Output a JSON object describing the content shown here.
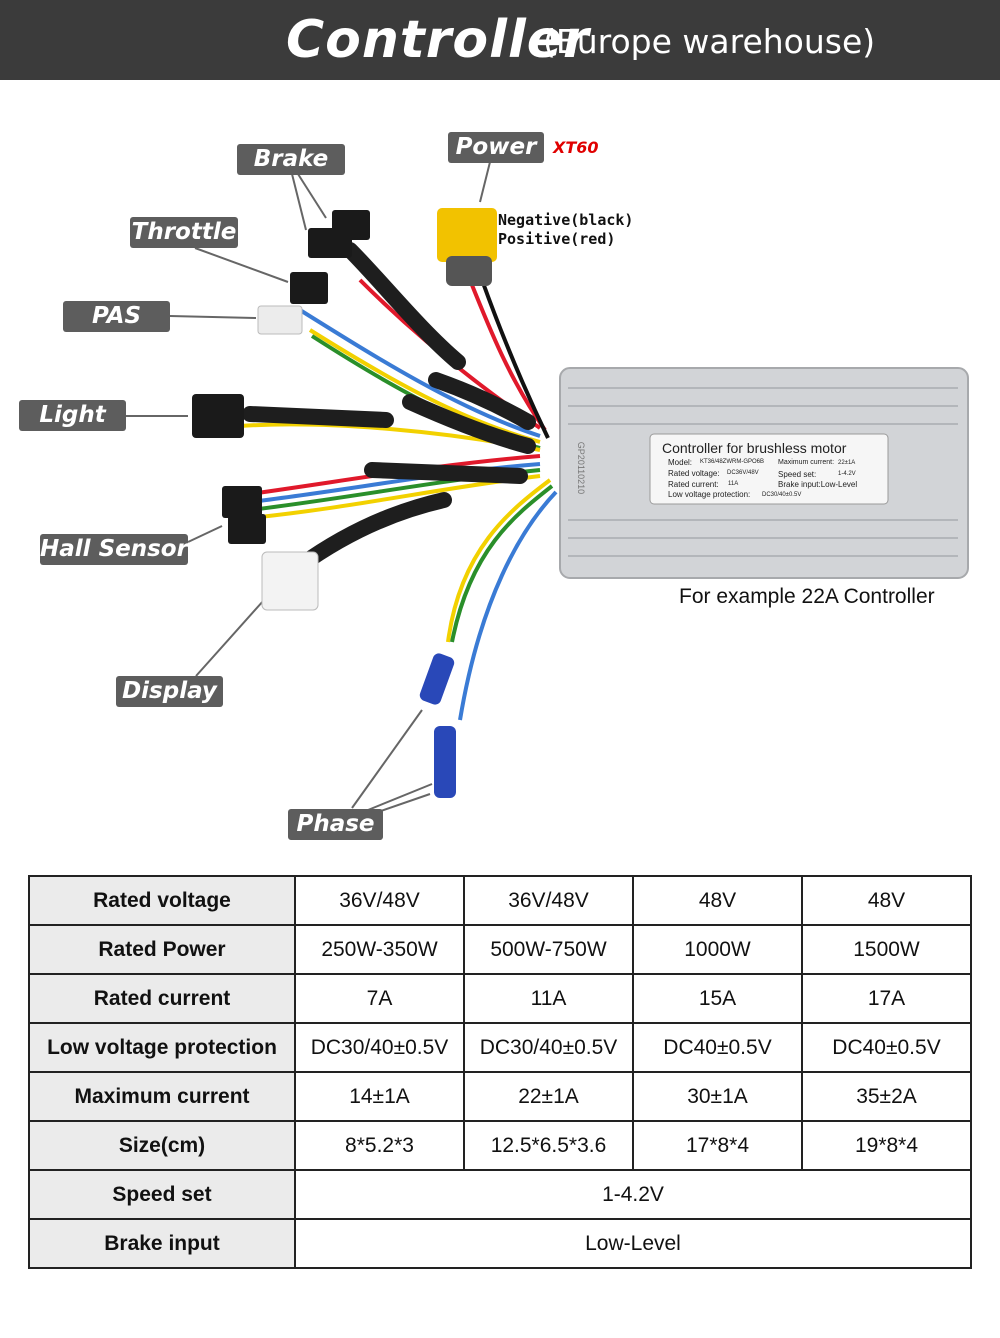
{
  "header": {
    "title": "Controller",
    "subtitle": "(Europe warehouse)"
  },
  "labels": {
    "brake": "Brake",
    "power": "Power",
    "xt60": "XT60",
    "throttle": "Throttle",
    "pas": "PAS",
    "light": "Light",
    "hall_sensor": "Hall Sensor",
    "display": "Display",
    "phase": "Phase"
  },
  "polarity": {
    "negative": "Negative(black)",
    "positive": "Positive(red)"
  },
  "controller_box": {
    "sticker_title": "Controller for brushless motor",
    "model_label": "Model:",
    "model_value": "KT36/48ZWRM-GPO6B",
    "rated_voltage_label": "Rated voltage:",
    "rated_voltage_value": "DC36V/48V",
    "rated_current_label": "Rated current:",
    "rated_current_value": "11A",
    "low_voltage_label": "Low voltage protection:",
    "low_voltage_value": "DC30/40±0.5V",
    "max_current_label": "Maximum current:",
    "max_current_value": "22±1A",
    "speed_set_label": "Speed set:",
    "speed_set_value": "1-4.2V",
    "brake_input_label": "Brake input:Low-Level",
    "side_code": "GP20110210"
  },
  "caption": "For example 22A Controller",
  "colors": {
    "header_bg": "#3b3b3b",
    "label_bg": "#5d5d5d",
    "xt60": "#e00000",
    "connector_yellow": "#f2c200",
    "wire_red": "#e0192b"
  },
  "table": {
    "rows": [
      {
        "label": "Rated voltage",
        "cells": [
          "36V/48V",
          "36V/48V",
          "48V",
          "48V"
        ]
      },
      {
        "label": "Rated Power",
        "cells": [
          "250W-350W",
          "500W-750W",
          "1000W",
          "1500W"
        ]
      },
      {
        "label": "Rated current",
        "cells": [
          "7A",
          "11A",
          "15A",
          "17A"
        ]
      },
      {
        "label": "Low voltage protection",
        "cells": [
          "DC30/40±0.5V",
          "DC30/40±0.5V",
          "DC40±0.5V",
          "DC40±0.5V"
        ]
      },
      {
        "label": "Maximum current",
        "cells": [
          "14±1A",
          "22±1A",
          "30±1A",
          "35±2A"
        ]
      },
      {
        "label": "Size(cm)",
        "cells": [
          "8*5.2*3",
          "12.5*6.5*3.6",
          "17*8*4",
          "19*8*4"
        ]
      }
    ],
    "speed_set": {
      "label": "Speed set",
      "value": "1-4.2V"
    },
    "brake_input": {
      "label": "Brake input",
      "value": "Low-Level"
    }
  }
}
